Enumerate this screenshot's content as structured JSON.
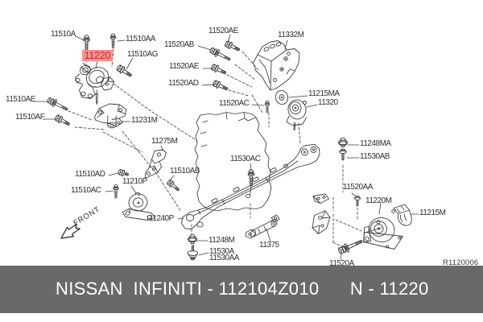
{
  "document": {
    "type": "parts-diagram",
    "section_ref": "R1120006",
    "highlighted_part": "11220"
  },
  "footer": {
    "text": "NISSAN  INFINITI - 112104Z010      N - 11220",
    "bg_color": "#696969",
    "text_color": "#ffffff"
  },
  "front_indicator": {
    "text": "FRONT"
  },
  "ref_code": {
    "text": "R1120006"
  },
  "highlight": {
    "bg_color": "#f9908c",
    "text_color": "#bb3434"
  },
  "labels": [
    {
      "id": "11510A",
      "text": "11510A"
    },
    {
      "id": "11510AA",
      "text": "11510AA"
    },
    {
      "id": "11220",
      "text": "11220",
      "highlighted": true
    },
    {
      "id": "11510AG",
      "text": "11510AG"
    },
    {
      "id": "11520AE",
      "text": "11520AE"
    },
    {
      "id": "11332M",
      "text": "11332M"
    },
    {
      "id": "11520AB",
      "text": "11520AB"
    },
    {
      "id": "11520AE-2",
      "text": "11520AE"
    },
    {
      "id": "11520AD",
      "text": "11520AD"
    },
    {
      "id": "11520AC",
      "text": "11520AC"
    },
    {
      "id": "11215MA",
      "text": "11215MA"
    },
    {
      "id": "11320",
      "text": "11320"
    },
    {
      "id": "11510AE",
      "text": "11510AE"
    },
    {
      "id": "11510AF",
      "text": "11510AF"
    },
    {
      "id": "11231M",
      "text": "11231M"
    },
    {
      "id": "11275M",
      "text": "11275M"
    },
    {
      "id": "11510AD",
      "text": "11510AD"
    },
    {
      "id": "11510AB",
      "text": "11510AB"
    },
    {
      "id": "11210P",
      "text": "11210P"
    },
    {
      "id": "11510AC",
      "text": "11510AC"
    },
    {
      "id": "11530AC",
      "text": "11530AC"
    },
    {
      "id": "11240P",
      "text": "11240P"
    },
    {
      "id": "11248M",
      "text": "11248M"
    },
    {
      "id": "11530A",
      "text": "11530A"
    },
    {
      "id": "11530AA",
      "text": "11530AA"
    },
    {
      "id": "11375",
      "text": "11375"
    },
    {
      "id": "11248MA",
      "text": "11248MA"
    },
    {
      "id": "11530AB",
      "text": "11530AB"
    },
    {
      "id": "11520AA",
      "text": "11520AA"
    },
    {
      "id": "11220M",
      "text": "11220M"
    },
    {
      "id": "11215M",
      "text": "11215M"
    },
    {
      "id": "11520A",
      "text": "11520A"
    },
    {
      "id": "R1120006",
      "text": "R1120006"
    }
  ]
}
